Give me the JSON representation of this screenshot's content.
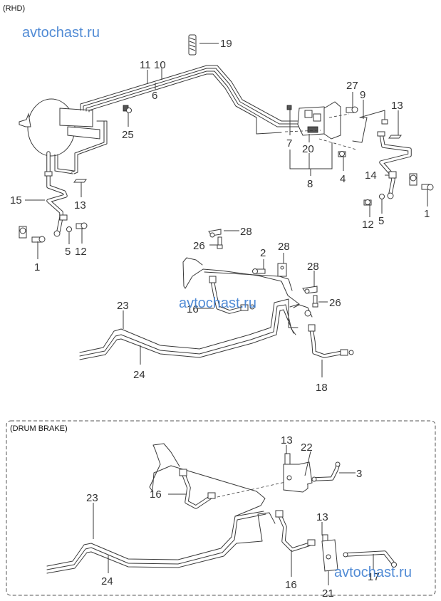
{
  "diagram": {
    "title": "(RHD)",
    "drum_section_title": "(DRUM BRAKE)",
    "watermarks": [
      "avtochast.ru",
      "avtochast.ru",
      "avtochast.ru"
    ],
    "accent_colors": {
      "watermark": "#3f7fd1",
      "lines": "#3a3a3a"
    },
    "callouts_top": [
      {
        "id": "c19",
        "label": "19",
        "part": "spring"
      },
      {
        "id": "c11",
        "label": "11",
        "part": "brake-tube"
      },
      {
        "id": "c10",
        "label": "10",
        "part": "brake-tube"
      },
      {
        "id": "c6",
        "label": "6",
        "part": "brake-tube"
      },
      {
        "id": "c25",
        "label": "25",
        "part": "clip"
      },
      {
        "id": "c27",
        "label": "27",
        "part": "bolt"
      },
      {
        "id": "c9",
        "label": "9",
        "part": "brake-tube"
      },
      {
        "id": "c13a",
        "label": "13",
        "part": "plate"
      },
      {
        "id": "c7",
        "label": "7",
        "part": "cap"
      },
      {
        "id": "c20",
        "label": "20",
        "part": "proportioning-valve"
      },
      {
        "id": "c8",
        "label": "8",
        "part": "valve-assembly"
      },
      {
        "id": "c4",
        "label": "4",
        "part": "bolt"
      },
      {
        "id": "c14",
        "label": "14",
        "part": "brake-hose"
      },
      {
        "id": "c1a",
        "label": "1",
        "part": "bolt"
      },
      {
        "id": "c12a",
        "label": "12",
        "part": "union-bolt"
      },
      {
        "id": "c5a",
        "label": "5",
        "part": "washer"
      },
      {
        "id": "c15",
        "label": "15",
        "part": "brake-hose"
      },
      {
        "id": "c13b",
        "label": "13",
        "part": "plate"
      },
      {
        "id": "c1b",
        "label": "1",
        "part": "bolt"
      },
      {
        "id": "c5b",
        "label": "5",
        "part": "washer"
      },
      {
        "id": "c12b",
        "label": "12",
        "part": "union-bolt"
      }
    ],
    "callouts_rear": [
      {
        "id": "c28a",
        "label": "28",
        "part": "clip"
      },
      {
        "id": "c26a",
        "label": "26",
        "part": "bolt"
      },
      {
        "id": "c2",
        "label": "2",
        "part": "bolt"
      },
      {
        "id": "c28b",
        "label": "28",
        "part": "clip"
      },
      {
        "id": "c28c",
        "label": "28",
        "part": "clip"
      },
      {
        "id": "c26b",
        "label": "26",
        "part": "bolt"
      },
      {
        "id": "c16a",
        "label": "16",
        "part": "brake-hose"
      },
      {
        "id": "c23a",
        "label": "23",
        "part": "brake-tube"
      },
      {
        "id": "c24a",
        "label": "24",
        "part": "brake-tube"
      },
      {
        "id": "c18",
        "label": "18",
        "part": "brake-hose"
      }
    ],
    "callouts_drum": [
      {
        "id": "c13c",
        "label": "13",
        "part": "plate"
      },
      {
        "id": "c22",
        "label": "22",
        "part": "bracket"
      },
      {
        "id": "c3",
        "label": "3",
        "part": "brake-tube"
      },
      {
        "id": "c16b",
        "label": "16",
        "part": "brake-hose"
      },
      {
        "id": "c23b",
        "label": "23",
        "part": "brake-tube"
      },
      {
        "id": "c13d",
        "label": "13",
        "part": "plate"
      },
      {
        "id": "c24b",
        "label": "24",
        "part": "brake-tube"
      },
      {
        "id": "c16c",
        "label": "16",
        "part": "brake-hose"
      },
      {
        "id": "c21",
        "label": "21",
        "part": "bracket"
      },
      {
        "id": "c17",
        "label": "17",
        "part": "brake-tube"
      }
    ]
  }
}
